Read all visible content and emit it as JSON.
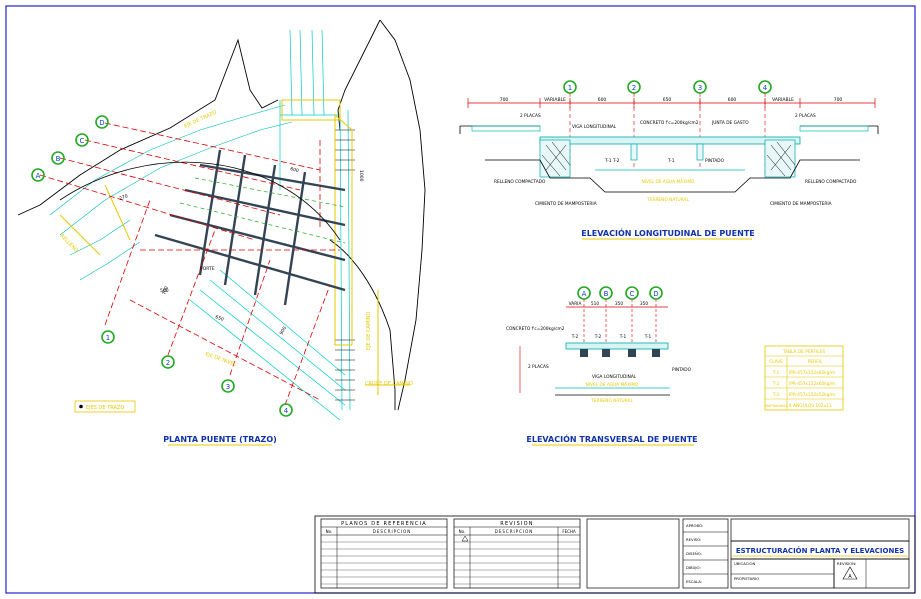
{
  "views": {
    "plan_title": "PLANTA PUENTE (TRAZO)",
    "long_title": "ELEVACIÓN LONGITUDINAL DE PUENTE",
    "trans_title": "ELEVACIÓN TRANSVERSAL DE PUENTE"
  },
  "plan": {
    "axes": [
      "1",
      "2",
      "3",
      "4"
    ],
    "axes_letters": [
      "A",
      "B",
      "C",
      "D"
    ],
    "legend": "EJES DE TRAZO"
  },
  "long": {
    "axes": [
      "1",
      "2",
      "3",
      "4"
    ],
    "dims": [
      "700",
      "VARIABLE",
      "600",
      "650",
      "600",
      "VARIABLE",
      "700"
    ],
    "notes": {
      "placas_left": "2 PLACAS",
      "placas_right": "2 PLACAS",
      "viga": "VIGA LONGITUDINAL",
      "concreto": "CONCRETO f'c=200kg/cm2",
      "junta": "JUNTA DE GASTO",
      "nivel": "NIVEL DE AGUA MÁXIMO",
      "terreno": "TERRENO NATURAL",
      "relleno_l": "RELLENO COMPACTADO",
      "relleno_r": "RELLENO COMPACTADO",
      "cimiento_l": "CIMIENTO DE MAMPOSTERIA",
      "cimiento_r": "CIMIENTO DE MAMPOSTERIA",
      "tt": "T-1 T-2",
      "t1": "T-1",
      "pintado": "PINTADO"
    }
  },
  "trans": {
    "axes": [
      "A",
      "B",
      "C",
      "D"
    ],
    "dims": [
      "VARIA",
      "510",
      "350",
      "350"
    ],
    "concreto": "CONCRETO f'c=200kg/cm2",
    "placas": "2 PLACAS",
    "viga": "VIGA LONGITUDINAL",
    "nivel": "NIVEL DE AGUA MÁXIMO",
    "terreno": "TERRENO NATURAL",
    "trabes": [
      "T-2",
      "T-2",
      "T-1",
      "T-1"
    ]
  },
  "table": {
    "title": "TABLA DE PERFILES",
    "header": [
      "CLAVE",
      "PERFIL"
    ],
    "rows": [
      [
        "T-1",
        "IPR-457x152x82kg/m"
      ],
      [
        "T-2",
        "IPR-457x152x60kg/m"
      ],
      [
        "T-3",
        "IPR-457x152x52kg/m"
      ],
      [
        "DIAFRAGMAS",
        "4 ANGULOS 102x13"
      ]
    ]
  },
  "title_block": {
    "ref_title": "PLANOS DE REFERENCIA",
    "ref_cols": [
      "No.",
      "DESCRIPCION"
    ],
    "rev_title": "REVISION",
    "rev_cols": [
      "No.",
      "DESCRIPCION",
      "FECHA"
    ],
    "fields": [
      "APROBÓ:",
      "REVISÓ:",
      "DISEÑÓ:",
      "DIBUJÓ:",
      "ESCALA:"
    ],
    "ubicacion": "UBICACION",
    "propietario": "PROPIETARIO",
    "sheet_title": "ESTRUCTURACIÓN PLANTA Y ELEVACIONES",
    "revision_label": "REVISION:",
    "revision_no": "A"
  }
}
